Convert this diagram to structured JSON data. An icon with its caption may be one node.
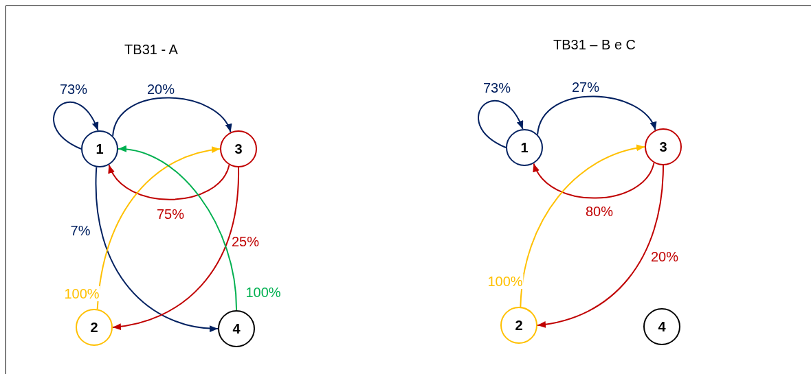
{
  "diagram": {
    "nodes": [
      {
        "text": [
          "1"
        ]
      },
      {
        "text": [
          "3"
        ]
      },
      {
        "text": [
          "2"
        ]
      },
      {
        "text": [
          "4"
        ]
      },
      {
        "text": [
          "1"
        ]
      },
      {
        "text": [
          "3"
        ]
      },
      {
        "text": [
          "2"
        ]
      },
      {
        "text": [
          "4"
        ]
      }
    ],
    "edges": [
      {
        "from": 0,
        "to": 0,
        "arrow": "to",
        "label": "73%"
      },
      {
        "from": 0,
        "to": 1,
        "arrow": "to",
        "label": "20%"
      },
      {
        "from": 1,
        "to": 0,
        "arrow": "to",
        "label": "75%",
        "color": "#c00000"
      },
      {
        "from": 0,
        "to": 3,
        "arrow": "to",
        "label": "7%"
      },
      {
        "from": 1,
        "to": 2,
        "arrow": "to",
        "label": "25%",
        "color": "#c00000"
      },
      {
        "from": 2,
        "to": 1,
        "arrow": "to",
        "label": "100%",
        "color": "#ffc000"
      },
      {
        "from": 3,
        "to": 0,
        "arrow": "to",
        "label": "100%",
        "color": "#00b050"
      },
      {
        "from": 4,
        "to": 4,
        "arrow": "to",
        "label": "73%"
      },
      {
        "from": 4,
        "to": 5,
        "arrow": "to",
        "label": "27%"
      },
      {
        "from": 5,
        "to": 4,
        "arrow": "to",
        "label": "80%",
        "color": "#c00000"
      },
      {
        "from": 5,
        "to": 6,
        "arrow": "to",
        "label": "20%",
        "color": "#c00000"
      },
      {
        "from": 6,
        "to": 5,
        "arrow": "to",
        "label": "100%",
        "color": "#ffc000"
      }
    ],
    "labels": [
      "TB31 - A",
      "TB31 – B e C"
    ]
  }
}
